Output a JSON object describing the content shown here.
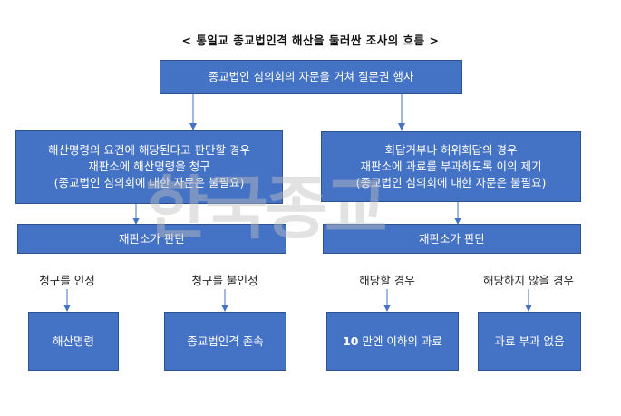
{
  "title": "< 통일교 종교법인격 해산을 둘러싼 조사의 흐름 >",
  "top_box": "종교법인 심의회의 자문을 거쳐 질문권 행사",
  "left_branch": {
    "condition_lines": [
      "해산명령의 요건에 해당된다고 판단할 경우",
      "재판소에 해산명령을 청구",
      "(종교법인 심의회에 대한 자문은 불필요)"
    ],
    "court_box": "재판소가 판단",
    "outcomes": [
      {
        "label": "청구를 인정",
        "result": "해산명령"
      },
      {
        "label": "청구를 불인정",
        "result": "종교법인격 존속"
      }
    ]
  },
  "right_branch": {
    "condition_lines": [
      "회답거부나 허위회답의 경우",
      "재판소에 과료를 부과하도록  이의 제기",
      "(종교법인 심의회에 대한 자문은 불필요)"
    ],
    "court_box": "재판소가 판단",
    "outcomes": [
      {
        "label": "해당할 경우",
        "result_prefix": "10",
        "result_rest": " 만엔 이하의 과료"
      },
      {
        "label": "해당하지 않을 경우",
        "result": "과료 부과 없음"
      }
    ]
  },
  "watermark": "한국종교"
}
